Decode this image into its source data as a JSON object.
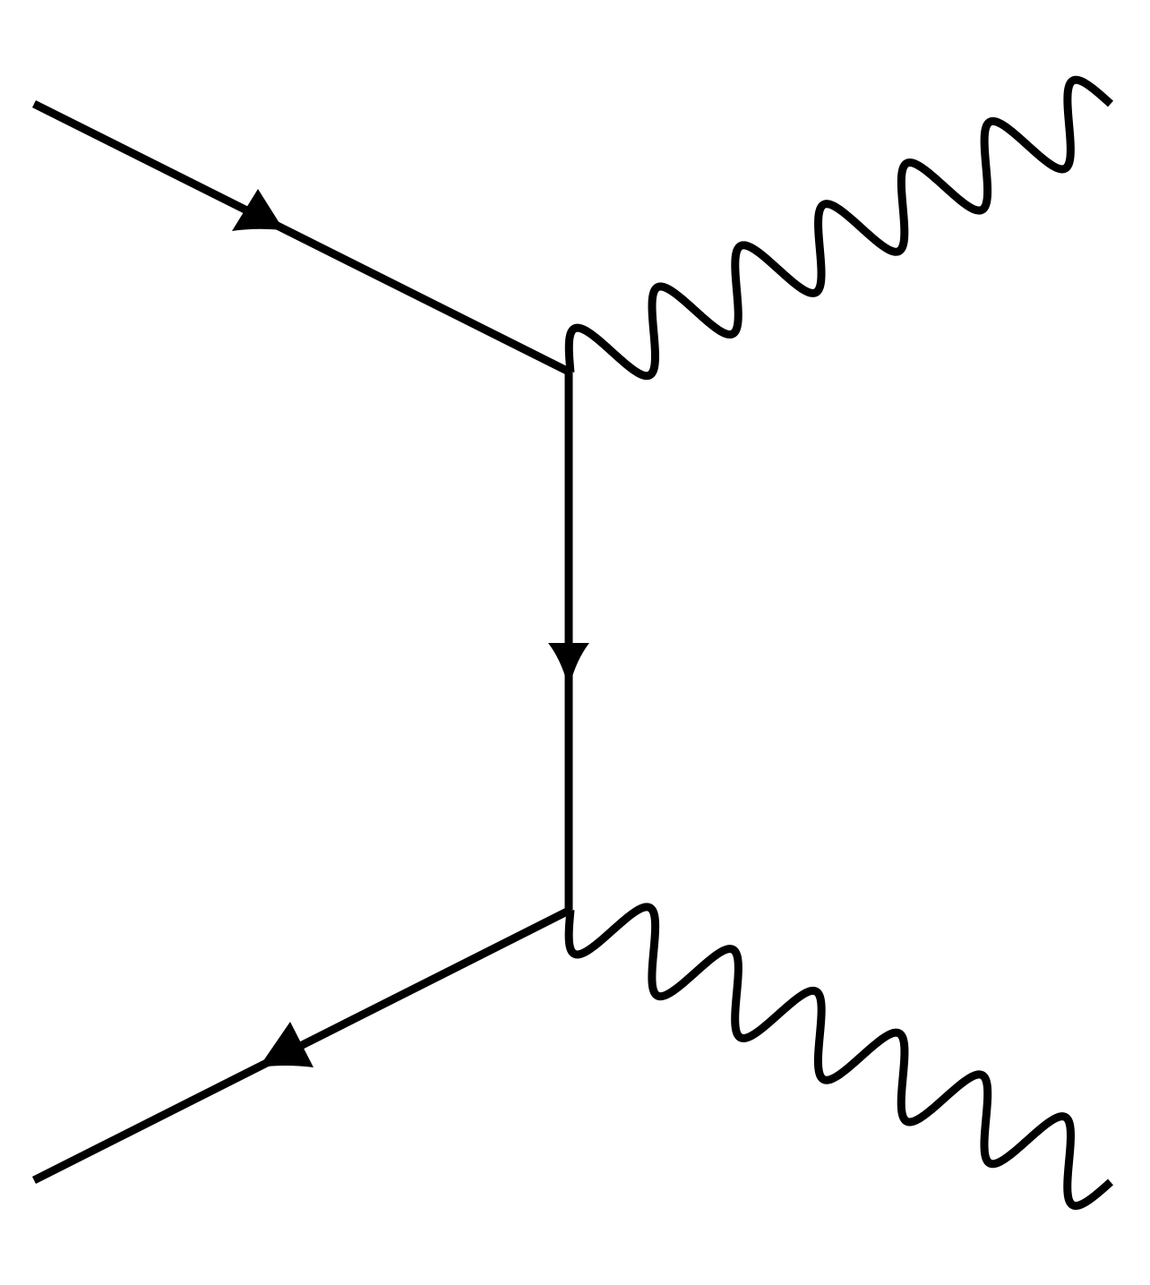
{
  "diagram": {
    "type": "feynman-diagram",
    "topology": "t-channel",
    "colors": {
      "background": "#ffffff",
      "stroke": "#000000"
    },
    "edges": [
      {
        "id": "incoming-fermion-top",
        "kind": "fermion",
        "arrow": "toward-vertex"
      },
      {
        "id": "propagator-fermion",
        "kind": "fermion",
        "arrow": "downward"
      },
      {
        "id": "incoming-fermion-bottom",
        "kind": "fermion",
        "arrow": "away-from-vertex"
      },
      {
        "id": "outgoing-photon-top",
        "kind": "photon"
      },
      {
        "id": "outgoing-photon-bottom",
        "kind": "photon"
      }
    ],
    "vertices": 2
  }
}
